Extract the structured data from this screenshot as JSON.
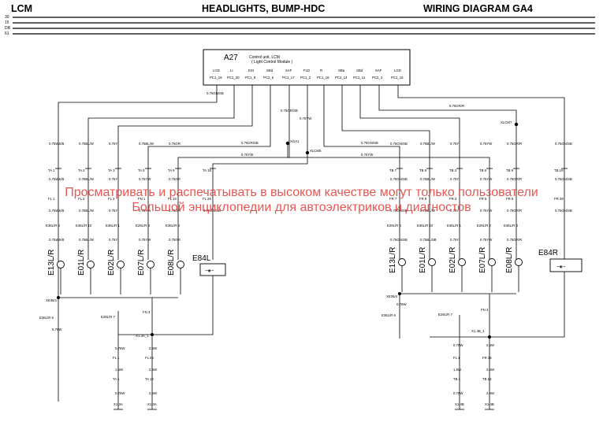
{
  "header": {
    "left": "LCM",
    "center": "HEADLIGHTS, BUMP-HDC",
    "right": "WIRING DIAGRAM GA4"
  },
  "rails": [
    "30",
    "15",
    "DR",
    "61"
  ],
  "control_unit": {
    "id": "A27",
    "title": "Control unit, LCM",
    "subtitle": "( Light Control Module )",
    "pins": [
      {
        "func": "LGD",
        "pin": "PC1_19"
      },
      {
        "func": "LI",
        "pin": "PC1_20"
      },
      {
        "func": "ESt",
        "pin": "PC1_8"
      },
      {
        "func": "SBd",
        "pin": "PC2_5"
      },
      {
        "func": "SAF",
        "pin": "PC1_17"
      },
      {
        "func": "FLD",
        "pin": "PC1_2"
      },
      {
        "func": "R",
        "pin": "PC1_16"
      },
      {
        "func": "SBa",
        "pin": "PC2_14"
      },
      {
        "func": "SBd",
        "pin": "PC1_11"
      },
      {
        "func": "SAF",
        "pin": "PC2_3"
      },
      {
        "func": "LGD",
        "pin": "PC1_15"
      }
    ]
  },
  "wires": {
    "top1": "0.75GN/SB",
    "top2": "0.75GR/SB",
    "top3": "0.75YW",
    "top4": "0.75GR/R",
    "xga1_label": "XGA1",
    "xlcm5_label": "XLCM5",
    "xlcm7_label": "XLCM7",
    "left_branch": "0.75GR/SB",
    "left_branch2": "0.75YW",
    "right_branch": "0.75GN/SB",
    "right_branch2": "0.75YW"
  },
  "left_columns": [
    {
      "w1": "0.75WS/B",
      "conn": "TA 1",
      "w2": "0.75WS/B",
      "fuse": "FL 1",
      "w3": "0.75WS/B",
      "node": "E36L/R 4",
      "w4": "0.75WS/B",
      "comp": "E13L/R"
    },
    {
      "w1": "0.75BL/W",
      "conn": "TA 2",
      "w2": "0.75BL/W",
      "fuse": "FL 2",
      "w3": "0.75BL/W",
      "node": "E36L/R 10",
      "w4": "0.75BL/W",
      "comp": "E01L/R"
    },
    {
      "w1": "0.75Y",
      "conn": "TA 3",
      "w2": "0.75Y",
      "fuse": "FL 3",
      "w3": "0.75Y",
      "node": "E36L/R 1",
      "w4": "0.75Y",
      "comp": "E02L/R"
    },
    {
      "w1": "0.75BL/W",
      "conn": "TA 5",
      "w2": "0.75YW",
      "fuse": "FN 1",
      "w3": "0.75YW",
      "node": "E29L/R 3",
      "w4": "0.75YW",
      "comp": "E07L/R"
    },
    {
      "w1": "0.75GR",
      "conn": "TA 9",
      "w2": "0.75GR",
      "fuse": "FL 10",
      "w3": "0.75GR",
      "node": "E36L/R 3",
      "w4": "0.75GR",
      "comp": "E08L/R"
    },
    {
      "w1": "",
      "conn": "TA 18",
      "w2": "",
      "fuse": "FL 26",
      "w3": "0.75GN/SB",
      "node": "",
      "w4": "",
      "comp": ""
    }
  ],
  "right_columns": [
    {
      "w1": "0.75GN/SB",
      "conn": "TB 7",
      "w2": "0.75GN/SB",
      "fuse": "FR 7",
      "w3": "0.75GN/SB",
      "node": "E29L/R 4",
      "w4": "0.75GN/SB",
      "comp": "E13L/R"
    },
    {
      "w1": "0.75BL/W",
      "conn": "TB 8",
      "w2": "0.75BL/W",
      "fuse": "FR 8",
      "w3": "0.75BL/W",
      "node": "E36L/R 10",
      "w4": "0.75BL/SB",
      "comp": "E01L/R"
    },
    {
      "w1": "0.75Y",
      "conn": "TB 3",
      "w2": "0.75Y",
      "fuse": "FR 3",
      "w3": "0.75Y",
      "node": "E36L/R 1",
      "w4": "0.75Y",
      "comp": "E02L/R"
    },
    {
      "w1": "0.75YW",
      "conn": "TB 6",
      "w2": "0.75YW",
      "fuse": "FR 5",
      "w3": "0.75YW",
      "node": "E29L/R 2",
      "w4": "0.75YW",
      "comp": "E07L/R"
    },
    {
      "w1": "0.75GR/R",
      "conn": "TB 9",
      "w2": "0.75GR/R",
      "fuse": "FR 6",
      "w3": "0.75GR/R",
      "node": "E36L/R 3",
      "w4": "0.75GR/R",
      "comp": "E08L/R"
    },
    {
      "w1": "0.75GN/SB",
      "conn": "TB 19",
      "w2": "0.75GN/SB",
      "fuse": "FR 29",
      "w3": "0.75GN/SB",
      "node": "",
      "w4": "",
      "comp": ""
    }
  ],
  "left_bottom": {
    "splice": "XE36/1",
    "ground_node": "E36L/R 6",
    "gw": "0.75W",
    "node2": "E29L/R 7",
    "fn": "FN 3",
    "splice2": "X1.3A_1",
    "w_a": "0.75W",
    "w_b": "2.5W",
    "fl": "FL 1",
    "fl2": "FL 25",
    "w_c": "1.5W",
    "w_d": "2.5W",
    "ta": "TA 1",
    "ta2": "TA 12",
    "w_e": "0.75W",
    "w_f": "2.5W",
    "g1": "X1.3A",
    "g2": "X1.3A"
  },
  "right_bottom": {
    "splice": "XE36/4",
    "ground_node": "E36L/R 6",
    "gw": "0.75W",
    "node2": "E29L/R 7",
    "fn": "FN 3",
    "splice2": "X1.4B_1",
    "w_a": "0.75W",
    "w_b": "2.5W",
    "fl": "FL 1",
    "fl2": "FR 35",
    "w_c": "1.5W",
    "w_d": "2.5W",
    "ta": "TB 1",
    "ta2": "TB 12",
    "w_e": "0.75W",
    "w_f": "2.5W",
    "g1": "X1.4B",
    "g2": "X1.4B"
  },
  "lamps": {
    "left_box": "E84L",
    "right_box": "E84R"
  },
  "watermark": {
    "line1": "Просматривать и распечатывать в высоком качестве могут только пользователи",
    "line2": "Большой энциклопедии для автоэлектриков и диагностов"
  },
  "colors": {
    "line": "#000000",
    "watermark": "#e53935"
  }
}
